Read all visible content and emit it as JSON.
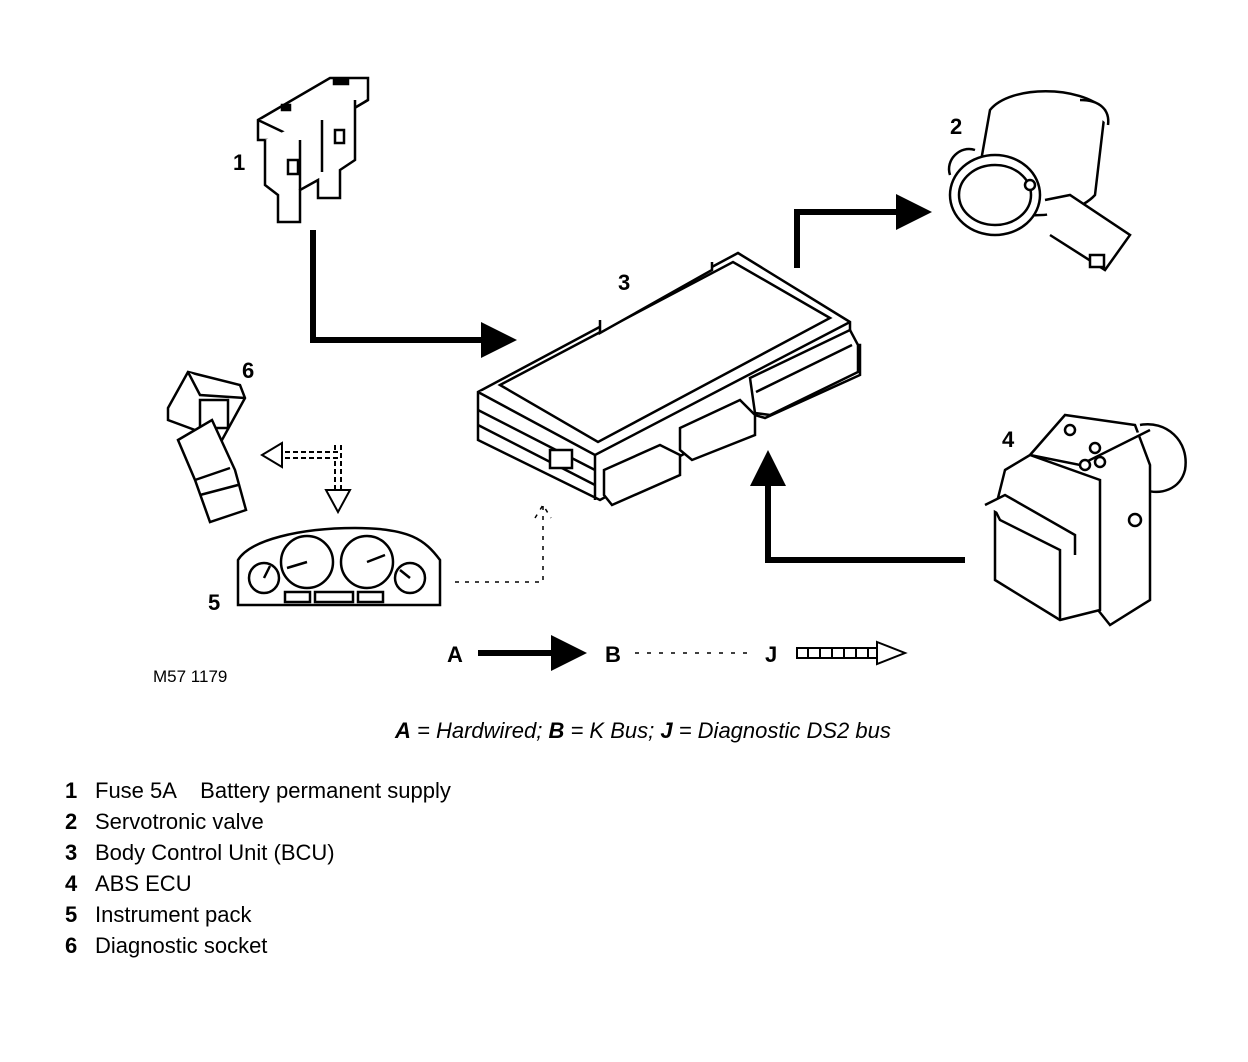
{
  "components": {
    "fuse": {
      "number": "1"
    },
    "servotronic_valve": {
      "number": "2"
    },
    "bcu": {
      "number": "3"
    },
    "abs_ecu": {
      "number": "4"
    },
    "instrument_pack": {
      "number": "5"
    },
    "diagnostic_socket": {
      "number": "6"
    }
  },
  "key": {
    "a": "A",
    "b": "B",
    "j": "J"
  },
  "reference": "M57 1179",
  "caption": {
    "a_letter": "A",
    "a_text": " = Hardwired; ",
    "b_letter": "B",
    "b_text": " = K Bus; ",
    "j_letter": "J",
    "j_text": " = Diagnostic DS2 bus"
  },
  "legend": [
    {
      "num": "1",
      "text": "Fuse 5A    Battery permanent supply"
    },
    {
      "num": "2",
      "text": "Servotronic valve"
    },
    {
      "num": "3",
      "text": "Body Control Unit (BCU)"
    },
    {
      "num": "4",
      "text": "ABS ECU"
    },
    {
      "num": "5",
      "text": "Instrument pack"
    },
    {
      "num": "6",
      "text": "Diagnostic socket"
    }
  ]
}
